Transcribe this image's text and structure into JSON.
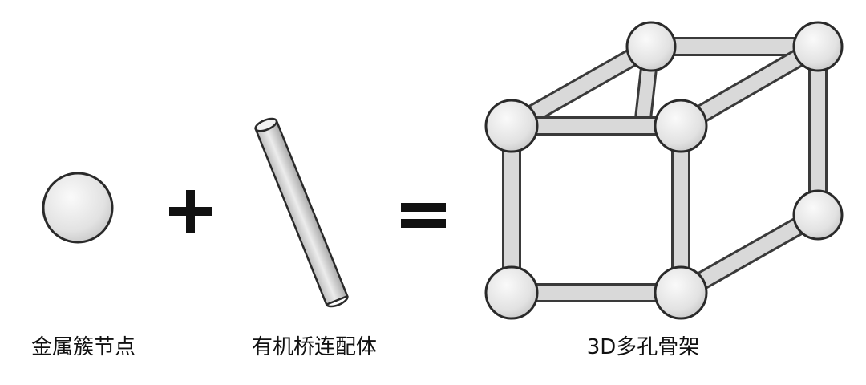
{
  "labels": {
    "metal_cluster_node": "金属簇节点",
    "organic_linker": "有机桥连配体",
    "framework": "3D多孔骨架"
  },
  "colors": {
    "ball_fill": "#e6e6e6",
    "ball_highlight": "#fafafa",
    "ball_outline": "#2a2a2a",
    "strut_fill": "#d9d9d9",
    "strut_outline": "#3a3a3a",
    "operator": "#111111",
    "text": "#111111"
  }
}
